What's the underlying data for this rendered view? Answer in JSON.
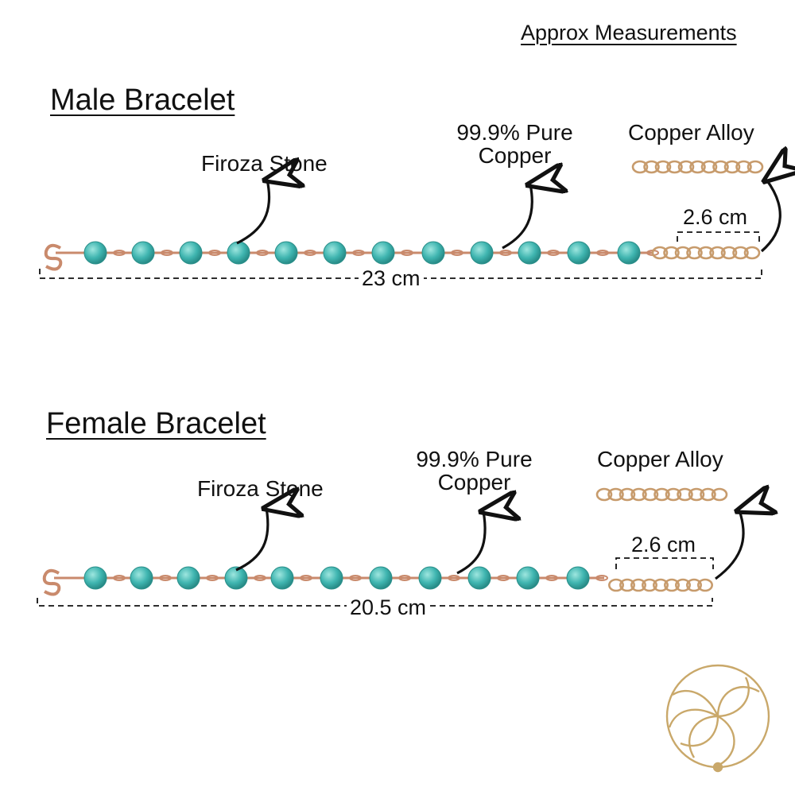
{
  "header": {
    "note": "Approx Measurements"
  },
  "male": {
    "title": "Male Bracelet",
    "stone_label": "Firoza Stone",
    "copper_label_line1": "99.9% Pure",
    "copper_label_line2": "Copper",
    "alloy_label": "Copper Alloy",
    "extension_length": "2.6 cm",
    "total_length": "23 cm"
  },
  "female": {
    "title": "Female Bracelet",
    "stone_label": "Firoza Stone",
    "copper_label_line1": "99.9% Pure",
    "copper_label_line2": "Copper",
    "alloy_label": "Copper Alloy",
    "extension_length": "2.6 cm",
    "total_length": "20.5 cm"
  },
  "colors": {
    "turquoise": "#3fb5b0",
    "turquoise_light": "#8fe0d8",
    "copper": "#c98a6c",
    "alloy": "#c79b6c",
    "logo_gold": "#c9a86a",
    "text": "#111111"
  },
  "icons": {
    "logo": "triskelion-circle-logo",
    "arrow": "curved-arrow-icon"
  }
}
